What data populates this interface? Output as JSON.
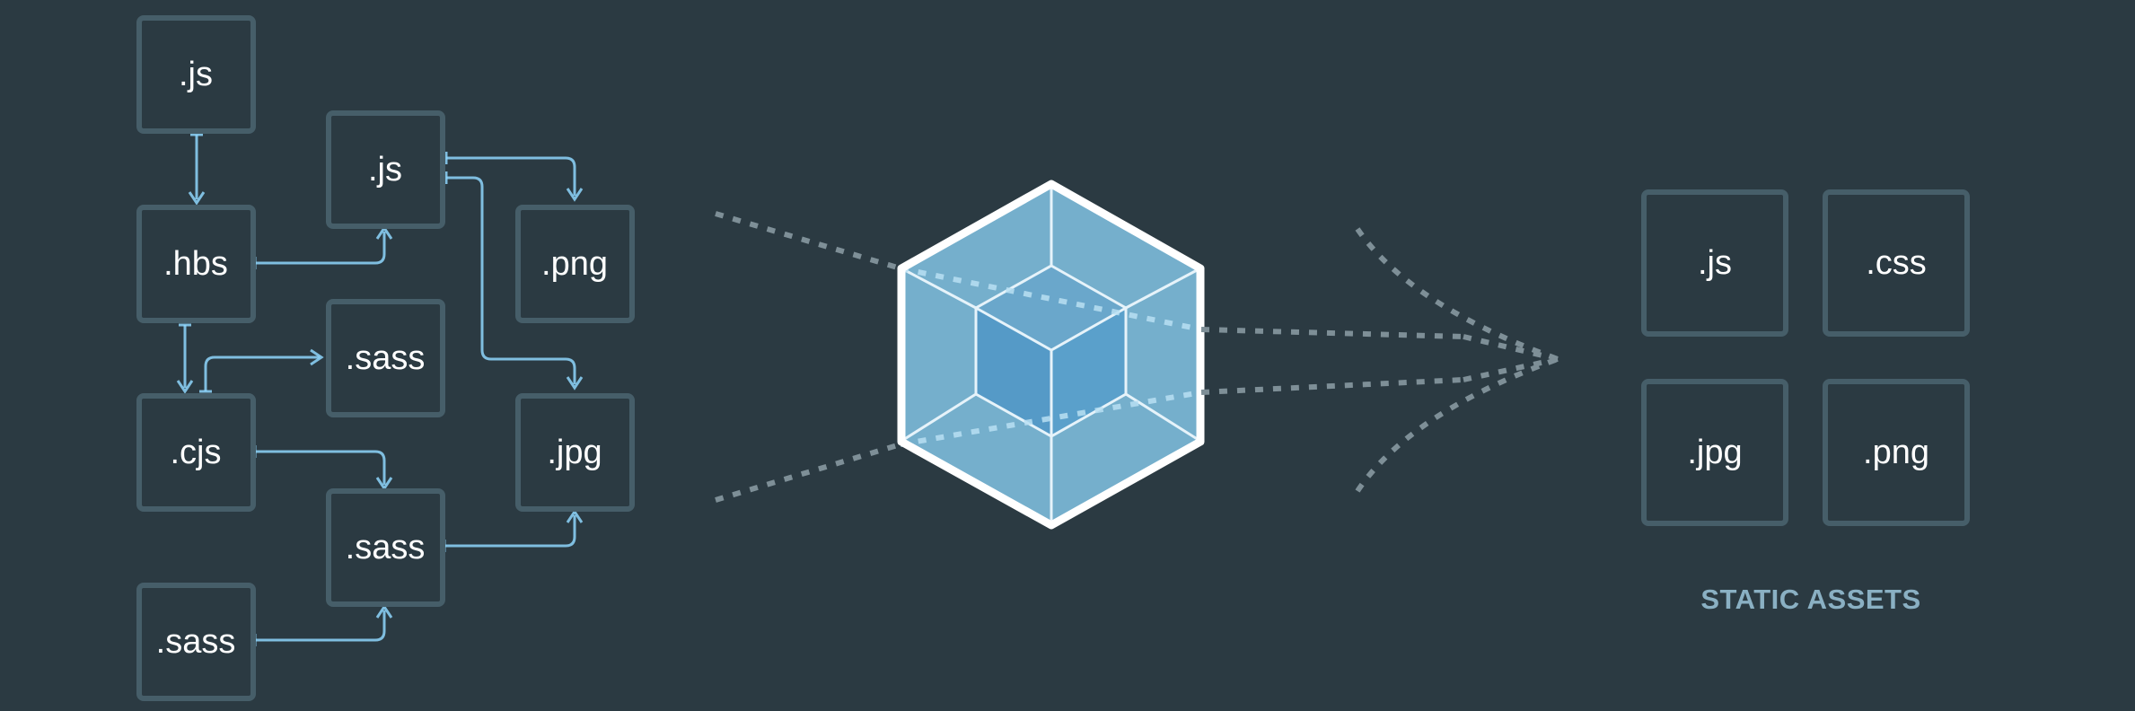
{
  "modules": [
    {
      "id": "m1",
      "label": ".js"
    },
    {
      "id": "m2",
      "label": ".hbs"
    },
    {
      "id": "m3",
      "label": ".cjs"
    },
    {
      "id": "m4",
      "label": ".sass"
    },
    {
      "id": "m5",
      "label": ".js"
    },
    {
      "id": "m6",
      "label": ".sass"
    },
    {
      "id": "m7",
      "label": ".sass"
    },
    {
      "id": "m8",
      "label": ".png"
    },
    {
      "id": "m9",
      "label": ".jpg"
    }
  ],
  "bundler": {
    "icon": "webpack-cube-icon"
  },
  "static_assets": {
    "title": "STATIC ASSETS",
    "items": [
      {
        "label": ".js"
      },
      {
        "label": ".css"
      },
      {
        "label": ".jpg"
      },
      {
        "label": ".png"
      }
    ]
  },
  "colors": {
    "background": "#2b3a42",
    "box_border": "#465e69",
    "connector": "#8ed6fb",
    "cube_face": "#75afcc",
    "cube_inner": "#559ac7",
    "label_muted": "#8ab0c3"
  }
}
